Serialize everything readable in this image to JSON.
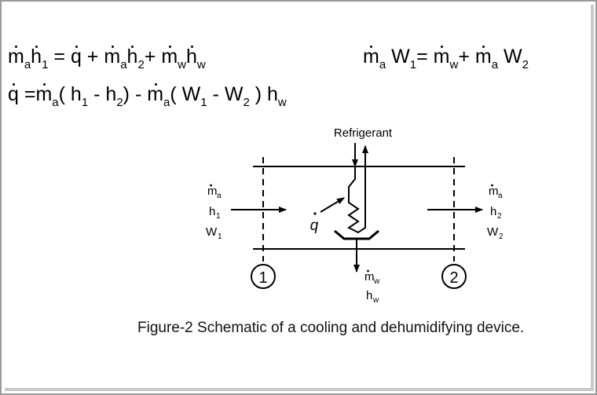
{
  "equations": {
    "energy_balance": {
      "lhs_symbol": "m",
      "lhs_sub": "a",
      "lhs_h": "h",
      "lhs_h_sub": "1",
      "eq": "=",
      "q": "q",
      "plus": "+",
      "t2_m": "m",
      "t2_m_sub": "a",
      "t2_h": "h",
      "t2_h_sub": "2",
      "t3_m": "m",
      "t3_m_sub": "w",
      "t3_h": "h",
      "t3_h_sub": "w"
    },
    "heat_rate": {
      "q": "q",
      "eq": "=",
      "m1": "m",
      "m1_sub": "a",
      "paren1": "( h",
      "h1_sub": "1",
      "minus": "- h",
      "h2_sub": "2",
      "close1": ")",
      "sep": "-",
      "m2": "m",
      "m2_sub": "a",
      "paren2": "( W",
      "w1_sub": "1",
      "minus2": "- W",
      "w2_sub": "2",
      "close2": ")",
      "hw": "h",
      "hw_sub": "w"
    },
    "mass_balance": {
      "m1": "m",
      "m1_sub": "a",
      "w": "W",
      "w_sub": "1",
      "eq": "=",
      "m2": "m",
      "m2_sub": "w",
      "plus": "+",
      "m3": "m",
      "m3_sub": "a",
      "w2": "W",
      "w2_sub": "2"
    }
  },
  "diagram": {
    "refrigerant_label": "Refrigerant",
    "inlet": {
      "m": "m",
      "m_sub": "a",
      "h": "h",
      "h_sub": "1",
      "w": "W",
      "w_sub": "1"
    },
    "outlet": {
      "m": "m",
      "m_sub": "a",
      "h": "h",
      "h_sub": "2",
      "w": "W",
      "w_sub": "2"
    },
    "condensate": {
      "m": "m",
      "m_sub": "w",
      "h": "h",
      "h_sub": "w"
    },
    "heat_label": "q",
    "station_1": "1",
    "station_2": "2"
  },
  "caption": "Figure-2 Schematic of a cooling and dehumidifying device."
}
